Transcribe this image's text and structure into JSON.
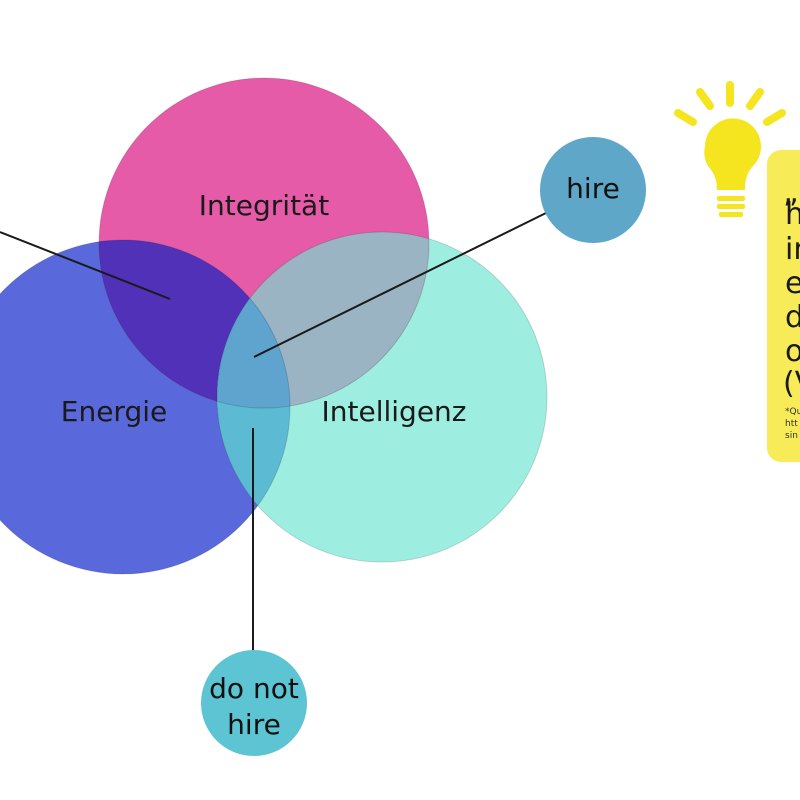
{
  "colors": {
    "integritaet": "#e65ba8",
    "energie": "#5968db",
    "intelligenz": "#9deee0",
    "overlap_ie": "#5131b8",
    "overlap_ii": "#9ab4c4",
    "center": "#5fa3cf",
    "overlap_en_int": "#5cbad2",
    "hire_node": "#5ea7c8",
    "do_not_hire_node": "#5cc4d2",
    "bulb": "#f5e51e",
    "quote_box": "#f7ec58",
    "line": "#1a1a1a"
  },
  "circles": {
    "integritaet": "Integrität",
    "energie": "Energie",
    "intelligenz": "Intelligenz"
  },
  "nodes": {
    "hire": "hire",
    "do_not_hire_line1": "do not",
    "do_not_hire_line2": "hire"
  },
  "quote": {
    "lines": [
      "„",
      "h",
      "in",
      "e",
      "d",
      "o",
      "(V"
    ],
    "source_lines": [
      "*Qu",
      "htt",
      "sin"
    ]
  },
  "icons": {
    "idea": "lightbulb-icon"
  }
}
